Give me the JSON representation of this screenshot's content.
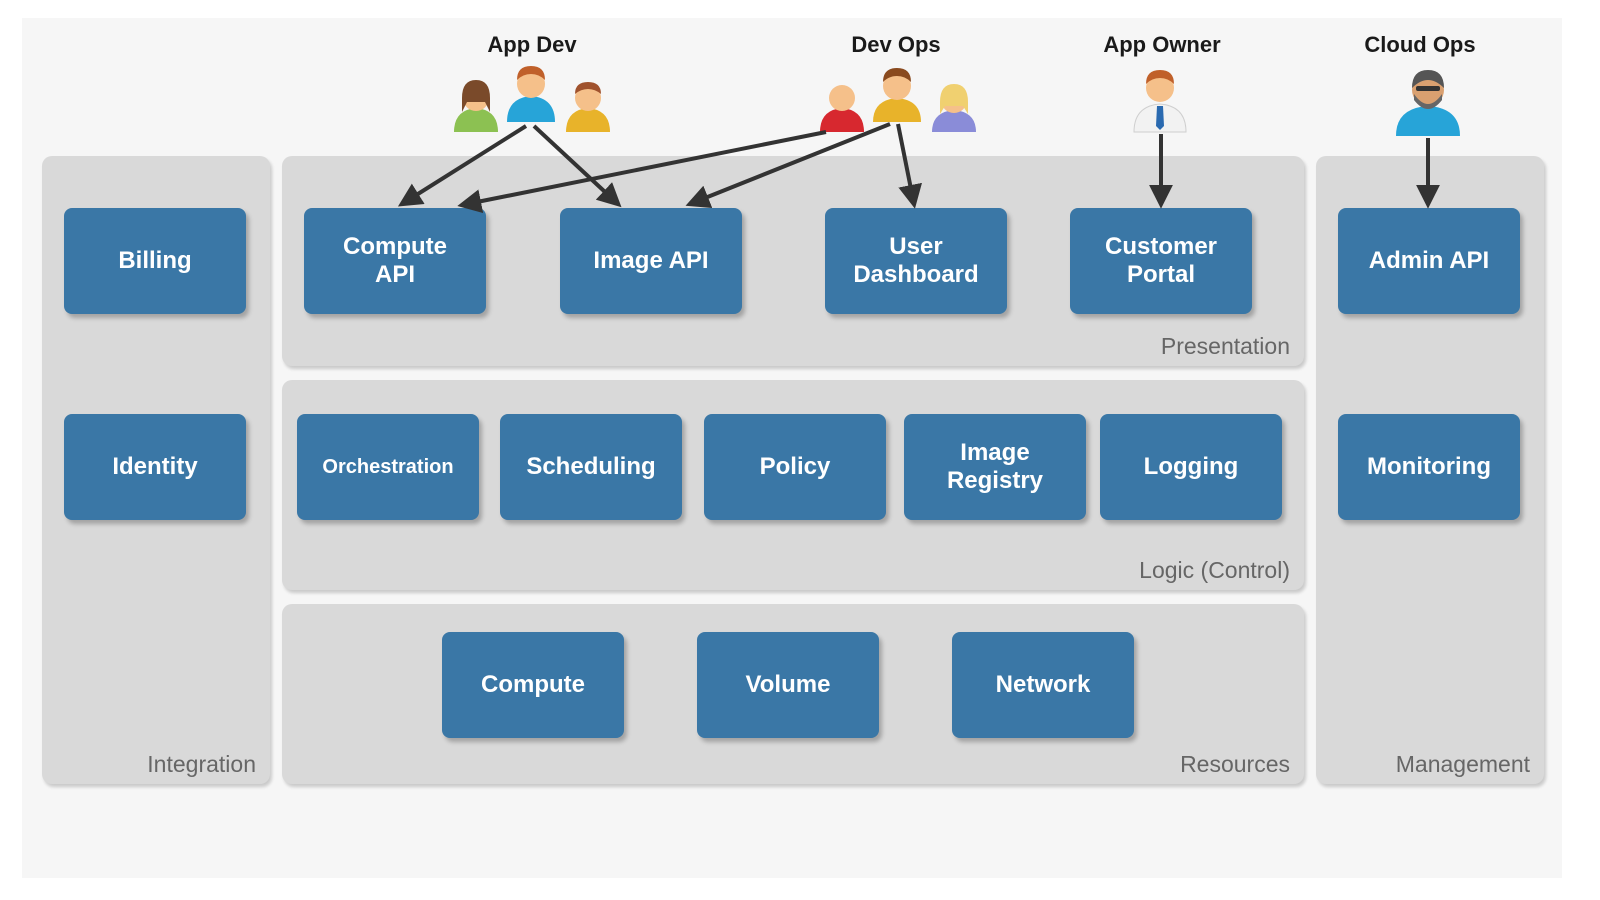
{
  "roles": {
    "app_dev": "App Dev",
    "dev_ops": "Dev Ops",
    "app_owner": "App Owner",
    "cloud_ops": "Cloud Ops"
  },
  "panels": {
    "integration": "Integration",
    "presentation": "Presentation",
    "logic": "Logic (Control)",
    "resources": "Resources",
    "management": "Management"
  },
  "integration": {
    "billing": "Billing",
    "identity": "Identity"
  },
  "presentation": {
    "compute_api": "Compute\nAPI",
    "image_api": "Image API",
    "user_dashboard": "User\nDashboard",
    "customer_portal": "Customer\nPortal"
  },
  "logic": {
    "orchestration": "Orchestration",
    "scheduling": "Scheduling",
    "policy": "Policy",
    "image_registry": "Image\nRegistry",
    "logging": "Logging"
  },
  "resources": {
    "compute": "Compute",
    "volume": "Volume",
    "network": "Network"
  },
  "management": {
    "admin_api": "Admin API",
    "monitoring": "Monitoring"
  },
  "colors": {
    "box": "#3a77a6",
    "panel": "#d9d9d9",
    "arrow": "#333333",
    "panel_label": "#666666"
  },
  "icons": {
    "app_dev": [
      "female-user-icon",
      "male-user-icon",
      "male-user-icon"
    ],
    "dev_ops": [
      "male-user-icon",
      "male-user-icon",
      "female-user-icon"
    ],
    "app_owner": [
      "businessman-icon"
    ],
    "cloud_ops": [
      "bearded-user-icon"
    ]
  }
}
